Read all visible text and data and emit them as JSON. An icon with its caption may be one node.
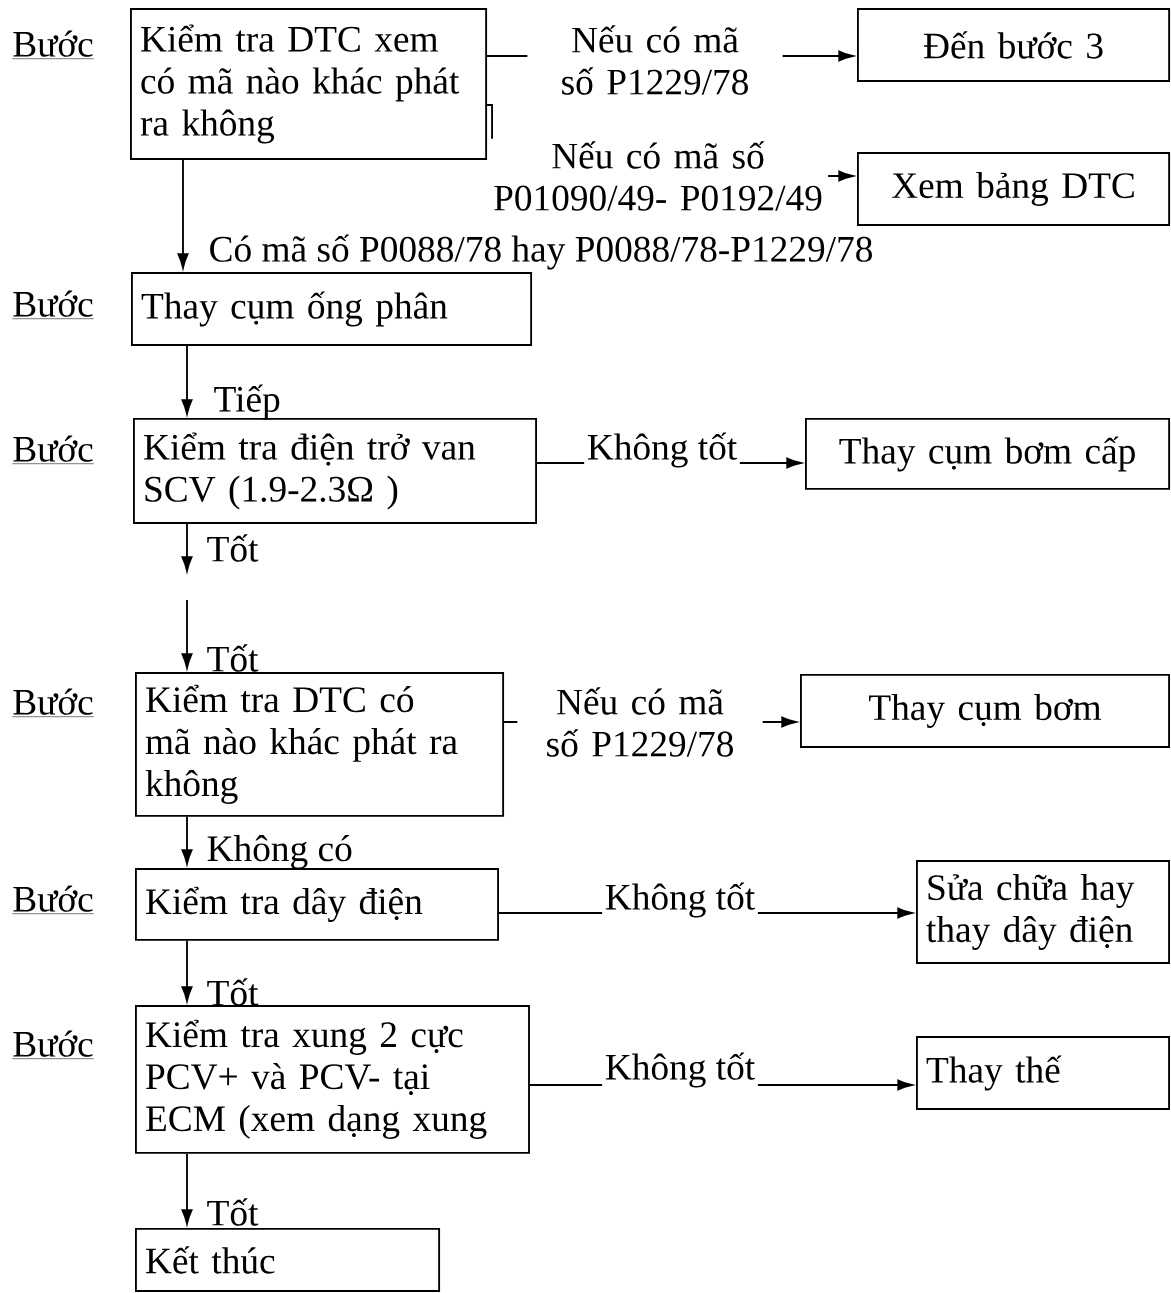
{
  "diagram": {
    "nodes": [
      {
        "text": [
          "Kiểm tra DTC xem có mã nào khác phát ra không"
        ]
      },
      {
        "text": [
          "Đến bước 3"
        ]
      },
      {
        "text": [
          "Xem bảng DTC"
        ]
      },
      {
        "text": [
          "Thay cụm ống phân"
        ]
      },
      {
        "text": [
          "Kiểm tra điện trở van SCV (1.9-2.3Ω )"
        ]
      },
      {
        "text": [
          "Thay cụm bơm cấp"
        ]
      },
      {
        "text": [
          "Kiểm tra DTC có mã nào khác phát ra không"
        ]
      },
      {
        "text": [
          "Thay cụm bơm"
        ]
      },
      {
        "text": [
          "Kiểm tra dây điện"
        ]
      },
      {
        "text": [
          "Sửa chữa hay thay dây điện"
        ]
      },
      {
        "text": [
          "Kiểm tra xung 2 cực PCV+ và PCV- tại ECM (xem dạng xung"
        ]
      },
      {
        "text": [
          "Thay thế"
        ]
      },
      {
        "text": [
          "Kết thúc"
        ]
      }
    ],
    "edges": [
      {
        "from": 0,
        "to": 1,
        "arrow": "to",
        "label": "Nếu có mã số P1229/78"
      },
      {
        "from": 0,
        "to": 2,
        "arrow": "to",
        "label": "Nếu có mã số P01090/49- P0192/49"
      },
      {
        "from": 0,
        "to": 3,
        "arrow": "to",
        "label": "Có mã số P0088/78 hay P0088/78-P1229/78"
      },
      {
        "from": 3,
        "to": 4,
        "arrow": "to",
        "label": "Tiếp"
      },
      {
        "from": 4,
        "to": 5,
        "arrow": "to",
        "label": "Không tốt"
      },
      {
        "from": 4,
        "to": null,
        "arrow": "to",
        "label": "Tốt"
      },
      {
        "from": null,
        "to": 6,
        "arrow": "to",
        "label": "Tốt"
      },
      {
        "from": 6,
        "to": 7,
        "arrow": "to",
        "label": "Nếu có mã số P1229/78"
      },
      {
        "from": 6,
        "to": 8,
        "arrow": "to",
        "label": "Không có"
      },
      {
        "from": 8,
        "to": 9,
        "arrow": "to",
        "label": "Không tốt"
      },
      {
        "from": 8,
        "to": 10,
        "arrow": "to",
        "label": "Tốt"
      },
      {
        "from": 10,
        "to": 11,
        "arrow": "to",
        "label": "Không tốt"
      },
      {
        "from": 10,
        "to": 12,
        "arrow": "to",
        "label": "Tốt"
      }
    ],
    "labels": [
      "Bước",
      "Bước",
      "Bước",
      "Bước",
      "Bước",
      "Bước"
    ]
  }
}
